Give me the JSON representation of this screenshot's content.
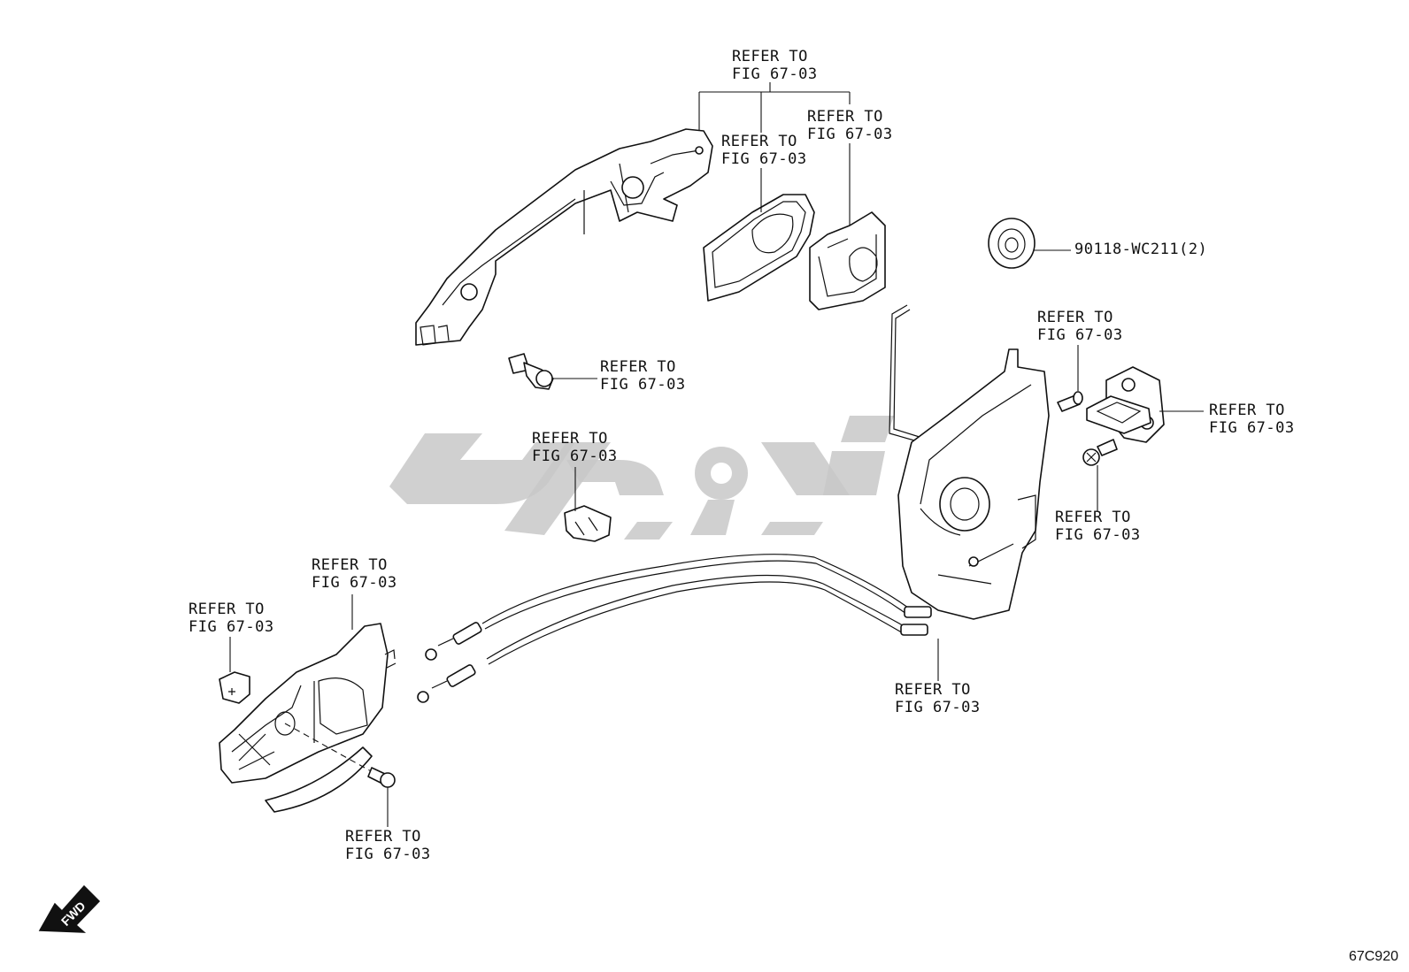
{
  "callouts": [
    {
      "id": "handle-top",
      "line1": "REFER TO",
      "line2": "FIG 67-03"
    },
    {
      "id": "gasket",
      "line1": "REFER TO",
      "line2": "FIG 67-03"
    },
    {
      "id": "frame",
      "line1": "REFER TO",
      "line2": "FIG 67-03"
    },
    {
      "id": "bolt",
      "line1": "REFER TO",
      "line2": "FIG 67-03"
    },
    {
      "id": "clip",
      "line1": "REFER TO",
      "line2": "FIG 67-03"
    },
    {
      "id": "inner-handle",
      "line1": "REFER TO",
      "line2": "FIG 67-03"
    },
    {
      "id": "cap",
      "line1": "REFER TO",
      "line2": "FIG 67-03"
    },
    {
      "id": "screw-bottom",
      "line1": "REFER TO",
      "line2": "FIG 67-03"
    },
    {
      "id": "lock-cable",
      "line1": "REFER TO",
      "line2": "FIG 67-03"
    },
    {
      "id": "screw-top",
      "line1": "REFER TO",
      "line2": "FIG 67-03"
    },
    {
      "id": "striker",
      "line1": "REFER TO",
      "line2": "FIG 67-03"
    },
    {
      "id": "screw-lower",
      "line1": "REFER TO",
      "line2": "FIG 67-03"
    }
  ],
  "part_number": "90118-WC211(2)",
  "fwd_label": "FWD",
  "figure_code": "67C920",
  "icons": {
    "fwd_arrow": "forward-arrow-icon"
  }
}
